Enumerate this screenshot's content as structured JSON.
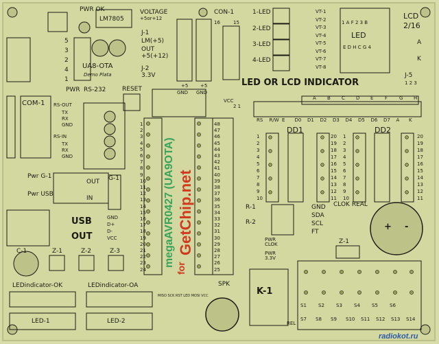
{
  "board": {
    "top_left": {
      "pwr_ok": "PWR\nOK",
      "regulator": "LM7805",
      "voltage": "VOLTAGE",
      "voltage_opts": "+5or+12",
      "j1": "J-1",
      "lm_plus5": "LM(+5)",
      "out": "OUT",
      "plus5_12": "+5(+12)",
      "j2": "J-2",
      "v33": "3.3V",
      "title": "UA8-OTA",
      "subtitle": "Demo Plata",
      "pin_nums": [
        "5",
        "3",
        "2",
        "4",
        "1"
      ]
    },
    "rs232": {
      "pwr": "PWR",
      "label": "RS-232",
      "reset": "RESET",
      "com": "COM-1",
      "rs_out": "RS-OUT",
      "rs_in": "RS-IN",
      "tx": "TX",
      "rx": "RX",
      "gnd": "GND"
    },
    "power": {
      "pwr_g1": "Pwr G-1",
      "pwr_usb": "Pwr USB",
      "out": "OUT",
      "in": "IN",
      "g1": "G-1",
      "usb": "USB",
      "usb_out": "OUT",
      "pins": [
        "GND",
        "D+",
        "D-",
        "VCC"
      ]
    },
    "mcu": {
      "chip": "megaAVR0427 (UA9OTA)",
      "for_text": "for",
      "brand": "GetChip.net",
      "left_pins": [
        "1",
        "2",
        "3",
        "4",
        "5",
        "6",
        "7",
        "8",
        "9",
        "10",
        "11",
        "12",
        "13",
        "14",
        "15",
        "16",
        "17",
        "18",
        "19",
        "20",
        "21",
        "22",
        "23",
        "24"
      ],
      "right_pins": [
        "48",
        "47",
        "46",
        "45",
        "44",
        "43",
        "42",
        "41",
        "40",
        "39",
        "38",
        "37",
        "36",
        "35",
        "34",
        "33",
        "32",
        "31",
        "30",
        "29",
        "28",
        "27",
        "26",
        "25"
      ]
    },
    "con1": {
      "title": "CON-1",
      "gnd_a": "GND",
      "gnd_b": "GND",
      "plus5_a": "+5",
      "plus5_b": "+5",
      "n16": "16",
      "n15": "15",
      "vcc": "VCC",
      "num21": "2 1"
    },
    "led": {
      "led1": "1-LED",
      "led2": "2-LED",
      "led3": "3-LED",
      "led4": "4-LED",
      "vt": [
        "VT-1",
        "VT-2",
        "VT-3",
        "VT-4",
        "VT-5",
        "VT-6",
        "VT-7",
        "VT-8"
      ],
      "led_top": "1 A F 2 3 B",
      "led_title": "LED",
      "led_bottom": "E D H C G 4",
      "lcd": "LCD",
      "lcd_size": "2/16",
      "a": "A",
      "k": "K",
      "indicator": "LED OR LCD INDICATOR",
      "j5": "J-5",
      "j5_pins": "1 2 3"
    },
    "lcd_bus": {
      "letters": [
        "A",
        "B",
        "C",
        "D",
        "E",
        "F",
        "G",
        "H"
      ],
      "pins": [
        "RS",
        "R/W",
        "E",
        "D0",
        "D1",
        "D2",
        "D3",
        "D4",
        "D5",
        "D6",
        "D7",
        "A",
        "K"
      ]
    },
    "dd": {
      "dd1": "DD1",
      "dd2": "DD2",
      "left_nums": [
        "1",
        "2",
        "3",
        "4",
        "5",
        "6",
        "7",
        "8",
        "9",
        "10"
      ],
      "right_nums": [
        "20",
        "19",
        "18",
        "17",
        "16",
        "15",
        "14",
        "13",
        "12",
        "11"
      ]
    },
    "clock": {
      "r1": "R-1",
      "r2": "R-2",
      "gnd": "GND",
      "sda": "SDA",
      "scl": "SCL",
      "ft": "FT",
      "clok_real": "CLOK REAL",
      "pwr_clok": "PWR\nCLOK",
      "pwr_33": "PWR\n3.3V",
      "z1": "Z-1",
      "battery_plus": "+",
      "battery_minus": "-"
    },
    "bottom": {
      "c1": "C-1",
      "z1": "Z-1",
      "z2": "Z-2",
      "z3": "Z-3",
      "led_ok": "LEDindicator-OK",
      "led_oa": "LEDindicator-OA",
      "led1": "LED-1",
      "led2": "LED-2",
      "spk": "SPK",
      "isp": "MISO SCK RST LED MOSI VCC",
      "k1": "K-1",
      "rel": "REL",
      "s_row1": [
        "S1",
        "S2",
        "S3",
        "S4",
        "S5",
        "S6"
      ],
      "s_row2": [
        "S7",
        "S8",
        "S9",
        "S10",
        "S11",
        "S12",
        "S13",
        "S14"
      ]
    },
    "watermark": "radiokot.ru",
    "colors": {
      "board": "#d8dca8",
      "silk": "#1b1b14",
      "pad": "#9aa05a",
      "red_text": "#d03a1e",
      "green_text": "#3aa35a"
    }
  }
}
